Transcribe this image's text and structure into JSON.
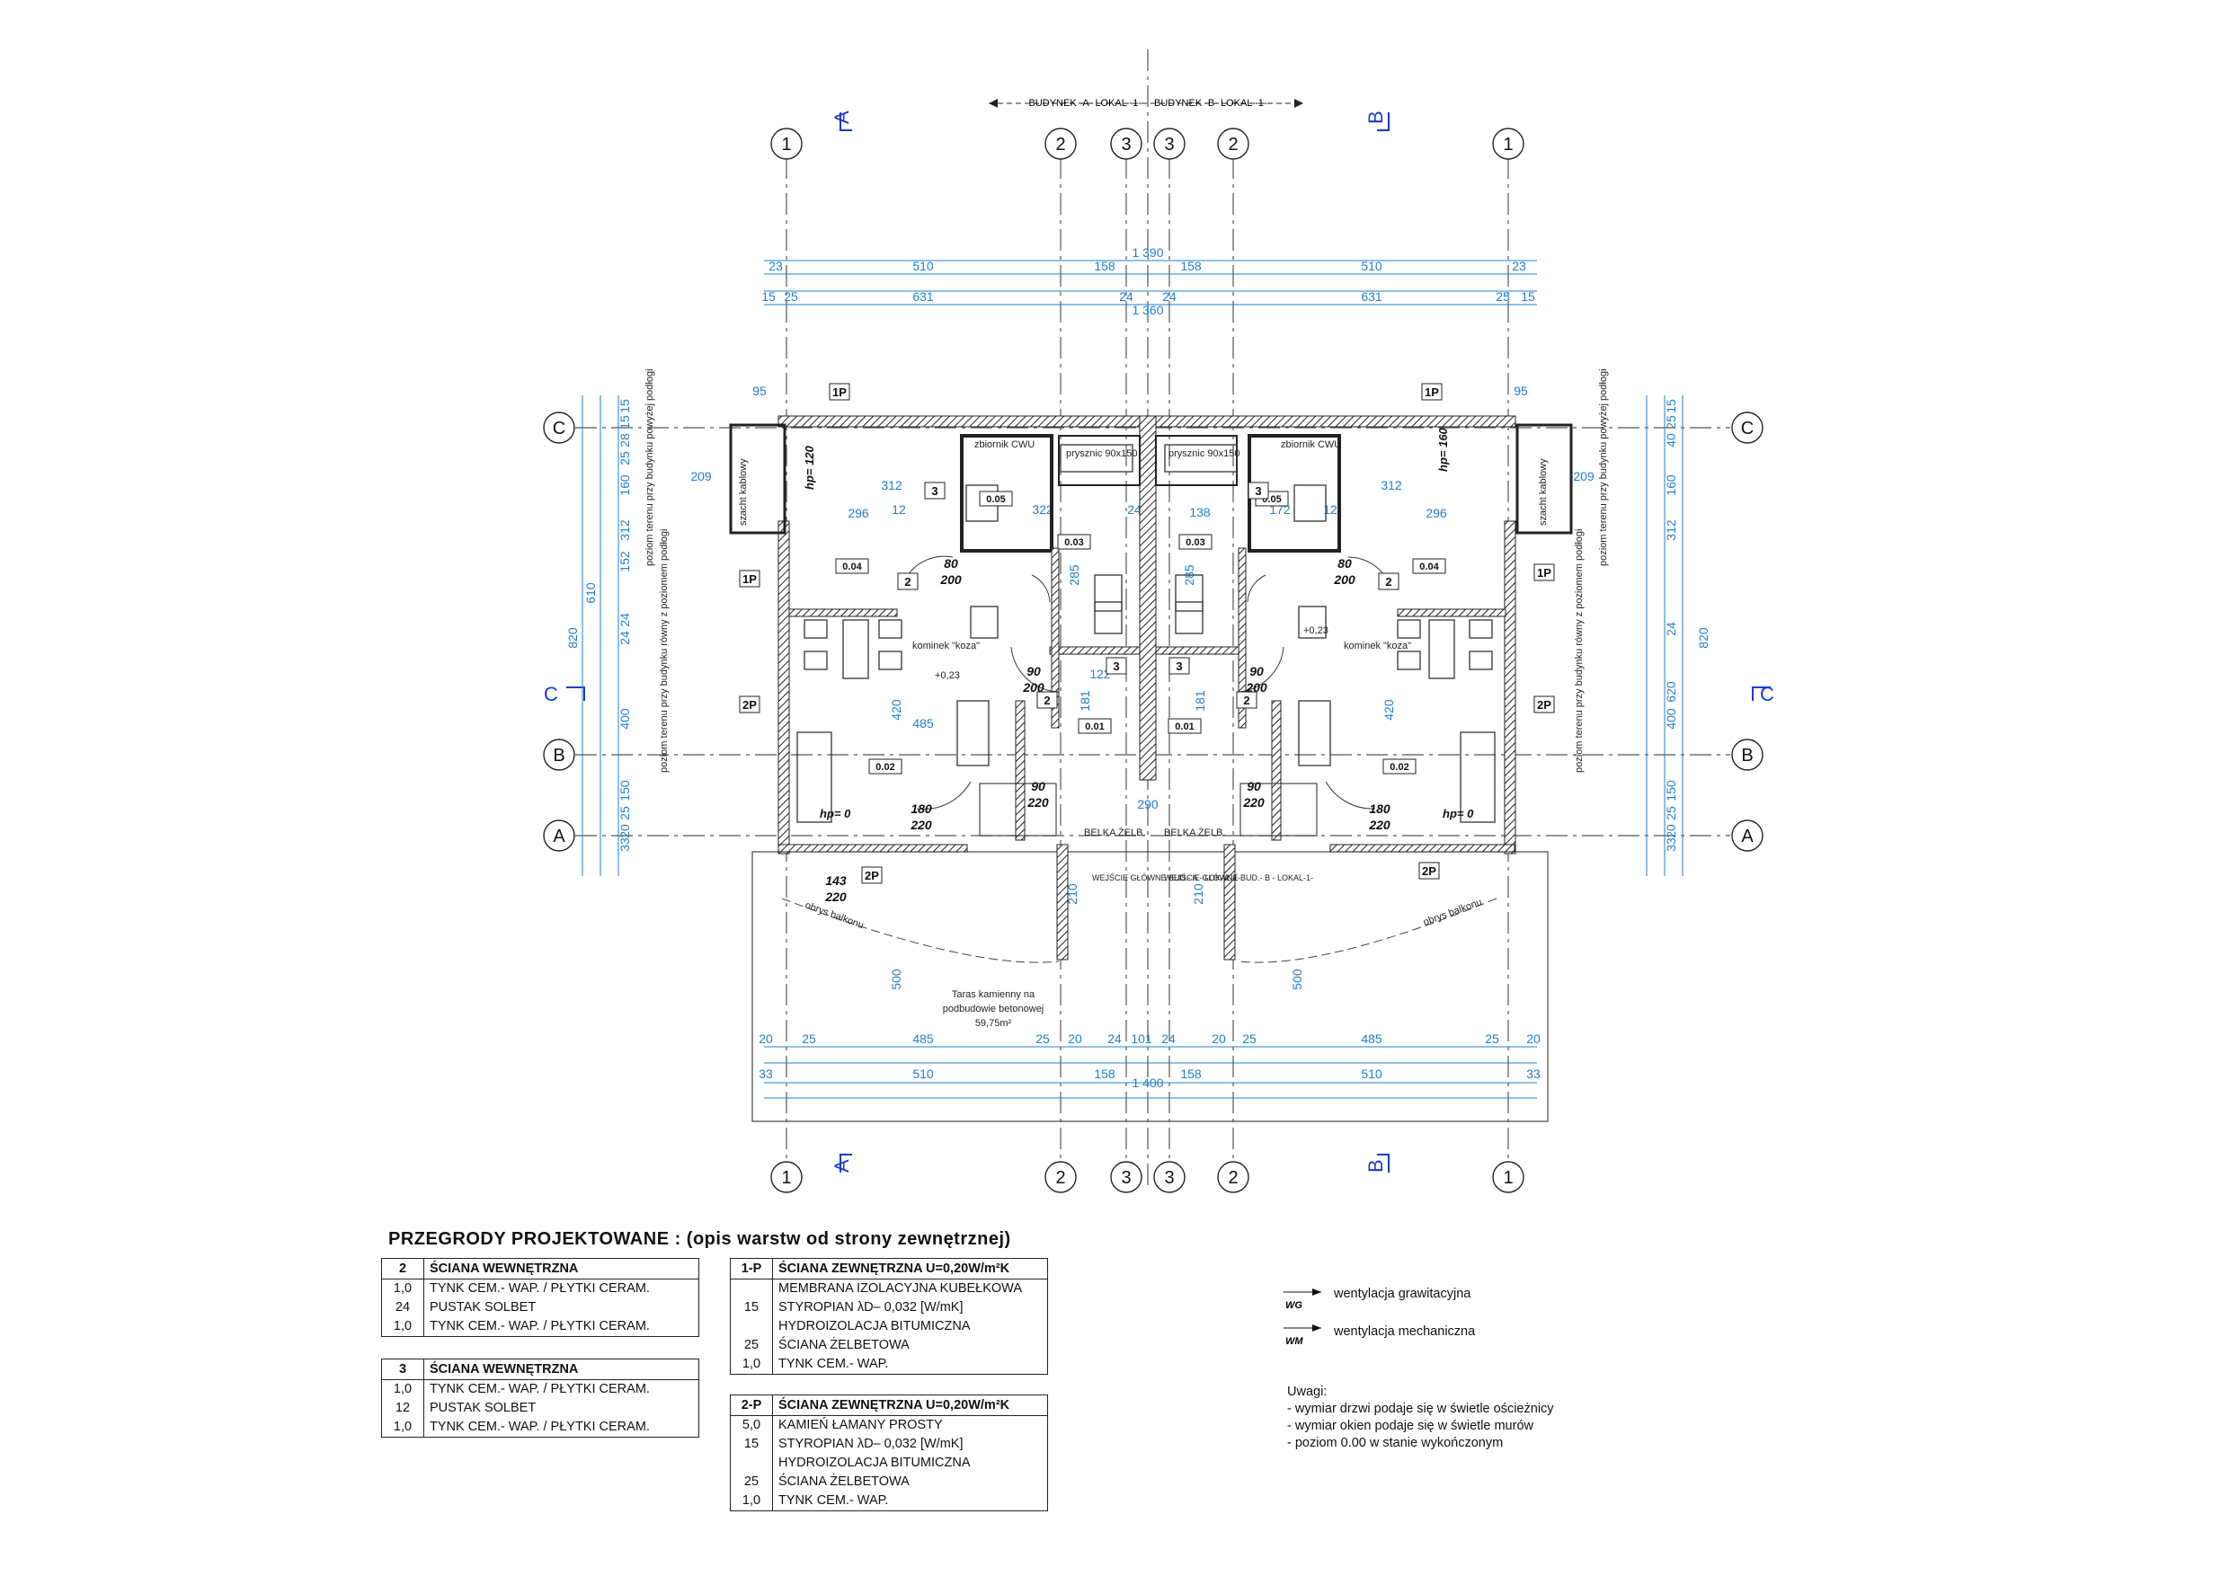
{
  "header": {
    "building_a": "BUDYNEK -A- LOKAL -1-",
    "building_b": "BUDYNEK -B- LOKAL -1-"
  },
  "axes": {
    "numbers": [
      "1",
      "2",
      "3",
      "3",
      "2",
      "1"
    ],
    "letters": [
      "C",
      "B",
      "A"
    ],
    "sections": [
      "A",
      "B",
      "C"
    ]
  },
  "dimensions": {
    "top_total": "1 390",
    "top_inner_total": "1 360",
    "top_row1": [
      "23",
      "510",
      "158",
      "158",
      "510",
      "23"
    ],
    "top_row2": [
      "15",
      "25",
      "631",
      "24",
      "24",
      "631",
      "25",
      "15"
    ],
    "bottom_total": "1 400",
    "bottom_row1": [
      "20",
      "25",
      "485",
      "25",
      "20",
      "24",
      "101",
      "24",
      "20",
      "25",
      "485",
      "25",
      "20"
    ],
    "bottom_row2": [
      "33",
      "510",
      "158",
      "158",
      "510",
      "33"
    ],
    "left_total": "820",
    "left_610": "610",
    "left_chain": [
      "15",
      "15",
      "28",
      "25",
      "160",
      "312",
      "152",
      "24",
      "24",
      "400",
      "150",
      "25",
      "20",
      "33"
    ],
    "right_total": "820",
    "right_chain": [
      "15",
      "25",
      "40",
      "160",
      "312",
      "24",
      "620",
      "400",
      "150",
      "25",
      "20",
      "33"
    ],
    "misc": [
      "95",
      "95",
      "209",
      "209",
      "296",
      "296",
      "312",
      "312",
      "322",
      "172",
      "285",
      "285",
      "420",
      "420",
      "485",
      "290",
      "210",
      "210",
      "500",
      "500",
      "181",
      "181",
      "122",
      "138",
      "12",
      "12",
      "24"
    ]
  },
  "rooms": {
    "ids": [
      "0.01",
      "0.02",
      "0.03",
      "0.04",
      "0.05",
      "0.01",
      "0.02",
      "0.03",
      "0.04",
      "0.05"
    ],
    "heights": [
      "hp= 120",
      "hp= 160",
      "hp= 0",
      "hp= 0"
    ],
    "level": "+0,23",
    "doors": [
      "80/200",
      "80/200",
      "90/200",
      "90/200",
      "90/220",
      "90/220",
      "180/220",
      "180/220",
      "143/220"
    ]
  },
  "labels": {
    "tank": "zbiornik CWU",
    "shower": "prysznic 90x150",
    "stove": "kominek \"koza\"",
    "shaft": "szacht kablowy",
    "ground_above": "poziom terenu przy budynku powyżej podłogi",
    "ground_equal": "poziom terenu przy budynku równy z poziomem podłogi",
    "beam": "BELKA ŻELB.",
    "entrance_a": "WEJŚCIE GŁÓWNE BUD.- A - LOKAL-1-",
    "entrance_b": "WEJŚCIE GŁÓWNE BUD.- B - LOKAL-1-",
    "balcony": "obrys balkonu",
    "terrace": [
      "Taras kamienny na",
      "podbudowie betonowej",
      "59,75m²"
    ],
    "tags": [
      "1P",
      "1P",
      "1P",
      "1P",
      "2P",
      "2P",
      "2P",
      "2P",
      "2",
      "2",
      "2",
      "2",
      "3",
      "3",
      "3",
      "3"
    ]
  },
  "legend_title": "PRZEGRODY PROJEKTOWANE : (opis warstw od strony zewnętrznej)",
  "walls": [
    {
      "code": "2",
      "name": "ŚCIANA WEWNĘTRZNA",
      "layers": [
        {
          "t": "1,0",
          "d": "TYNK CEM.- WAP.  / PŁYTKI CERAM."
        },
        {
          "t": "24",
          "d": "PUSTAK SOLBET"
        },
        {
          "t": "1,0",
          "d": "TYNK CEM.- WAP.  / PŁYTKI CERAM."
        }
      ]
    },
    {
      "code": "3",
      "name": "ŚCIANA WEWNĘTRZNA",
      "layers": [
        {
          "t": "1,0",
          "d": "TYNK CEM.- WAP.  / PŁYTKI CERAM."
        },
        {
          "t": "12",
          "d": "PUSTAK SOLBET"
        },
        {
          "t": "1,0",
          "d": "TYNK CEM.- WAP.  / PŁYTKI CERAM."
        }
      ]
    },
    {
      "code": "1-P",
      "name": "ŚCIANA ZEWNĘTRZNA  U=0,20W/m²K",
      "layers": [
        {
          "t": "",
          "d": "MEMBRANA IZOLACYJNA KUBEŁKOWA"
        },
        {
          "t": "15",
          "d": "STYROPIAN  λD– 0,032 [W/mK]"
        },
        {
          "t": "",
          "d": "HYDROIZOLACJA BITUMICZNA"
        },
        {
          "t": "25",
          "d": "ŚCIANA ŻELBETOWA"
        },
        {
          "t": "1,0",
          "d": "TYNK CEM.- WAP."
        }
      ]
    },
    {
      "code": "2-P",
      "name": "ŚCIANA ZEWNĘTRZNA  U=0,20W/m²K",
      "layers": [
        {
          "t": "5,0",
          "d": "KAMIEŃ ŁAMANY PROSTY"
        },
        {
          "t": "15",
          "d": "STYROPIAN  λD– 0,032 [W/mK]"
        },
        {
          "t": "",
          "d": "HYDROIZOLACJA BITUMICZNA"
        },
        {
          "t": "25",
          "d": "ŚCIANA ŻELBETOWA"
        },
        {
          "t": "1,0",
          "d": "TYNK CEM.- WAP."
        }
      ]
    }
  ],
  "ventilation": {
    "wg_symbol": "WG",
    "wg_label": "wentylacja grawitacyjna",
    "wm_symbol": "WM",
    "wm_label": "wentylacja mechaniczna"
  },
  "notes": {
    "title": "Uwagi:",
    "items": [
      "- wymiar drzwi podaje się w świetle ościeżnicy",
      "- wymiar okien podaje się w świetle murów",
      "- poziom 0.00 w stanie wykończonym"
    ]
  },
  "colors": {
    "dimension": "#1f7fd0",
    "axis_letter": "#1a3cc8",
    "wall": "#222222"
  }
}
